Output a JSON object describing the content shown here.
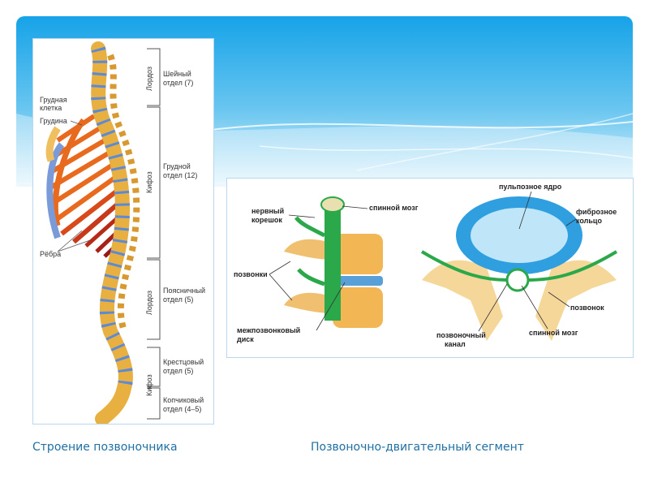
{
  "slide": {
    "colors": {
      "banner_top": "#1ea6e6",
      "banner_bottom": "#bfe6f8",
      "caption": "#1f6fa3",
      "bone": "#e8b040",
      "rib": "#e86a1e",
      "disc": "#5b8ad6",
      "nerve": "#2aa84a"
    }
  },
  "left_figure": {
    "labels": {
      "chest": "Грудная\nклетка",
      "sternum": "Грудина",
      "ribs": "Рёбра"
    },
    "side_labels": {
      "lordosis1": "Лордоз",
      "kyphosis1": "Кифоз",
      "lordosis2": "Лордоз",
      "kyphosis2": "Кифоз"
    },
    "sections": [
      {
        "name": "Шейный",
        "count": "отдел (7)"
      },
      {
        "name": "Грудной",
        "count": "отдел (12)"
      },
      {
        "name": "Поясничный",
        "count": "отдел (5)"
      },
      {
        "name": "Крестцовый",
        "count": "отдел (5)"
      },
      {
        "name": "Копчиковый",
        "count": "отдел (4–5)"
      }
    ]
  },
  "right_figure": {
    "labels": {
      "nerve_root_1": "нервный",
      "nerve_root_2": "корешок",
      "spinal_cord_top": "спинной мозг",
      "vertebrae": "позвонки",
      "disc_1": "межпозвонковый",
      "disc_2": "диск",
      "nucleus": "пульпозное ядро",
      "annulus_1": "фиброзное",
      "annulus_2": "кольцо",
      "vertebra": "позвонок",
      "canal_1": "позвоночный",
      "canal_2": "канал",
      "spinal_cord_bottom": "спинной мозг"
    }
  },
  "captions": {
    "left": "Строение позвоночника",
    "right": "Позвоночно-двигательный сегмент"
  }
}
